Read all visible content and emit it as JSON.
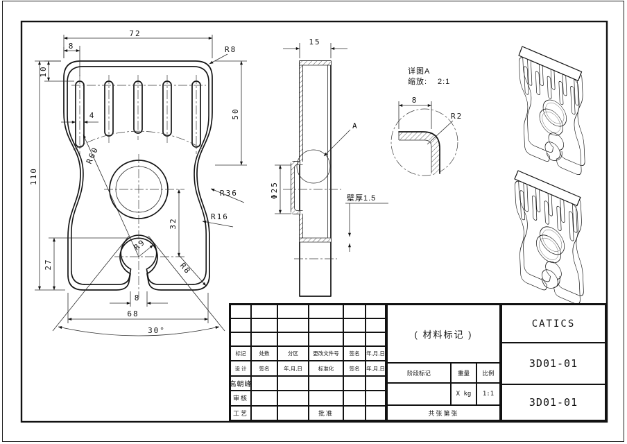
{
  "front": {
    "d72": "72",
    "d8_top": "8",
    "d10": "10",
    "d4": "4",
    "d110": "110",
    "d27": "27",
    "d50": "50",
    "d32": "32",
    "d8_notch": "8",
    "d68": "68",
    "d30": "30°",
    "r8_top": "R8",
    "r60": "R60",
    "r36": "R36",
    "r16": "R16",
    "r9": "R9",
    "r8_bottom": "R8"
  },
  "side": {
    "d15": "15",
    "dia25": "Φ25",
    "wall": "壁厚1.5",
    "label_a": "A"
  },
  "detail": {
    "title": "详图A",
    "zoom_label": "缩放:",
    "zoom_value": "2:1",
    "d8": "8",
    "r2": "R2"
  },
  "title_block": {
    "revision_headers": [
      "标记",
      "处数",
      "分区",
      "更改文件号",
      "签名",
      "年,月,日"
    ],
    "design_row": [
      "设 计",
      "签名",
      "年,月,日",
      "标准化",
      "签名",
      "年,月,日"
    ],
    "designer_name": "高朝峰",
    "check_label": "审核",
    "process_label": "工艺",
    "approve_label": "批准",
    "material_mark": "( 材料标记 )",
    "stage_mark": "阶段标记",
    "weight_label": "重量",
    "scale_label": "比例",
    "weight_value": "X kg",
    "scale_value": "1:1",
    "sheet_words": [
      "共",
      "张",
      "第",
      "张"
    ],
    "company": "CATICS",
    "drawing_no_top": "3D01-01",
    "drawing_no_bottom": "3D01-01"
  }
}
